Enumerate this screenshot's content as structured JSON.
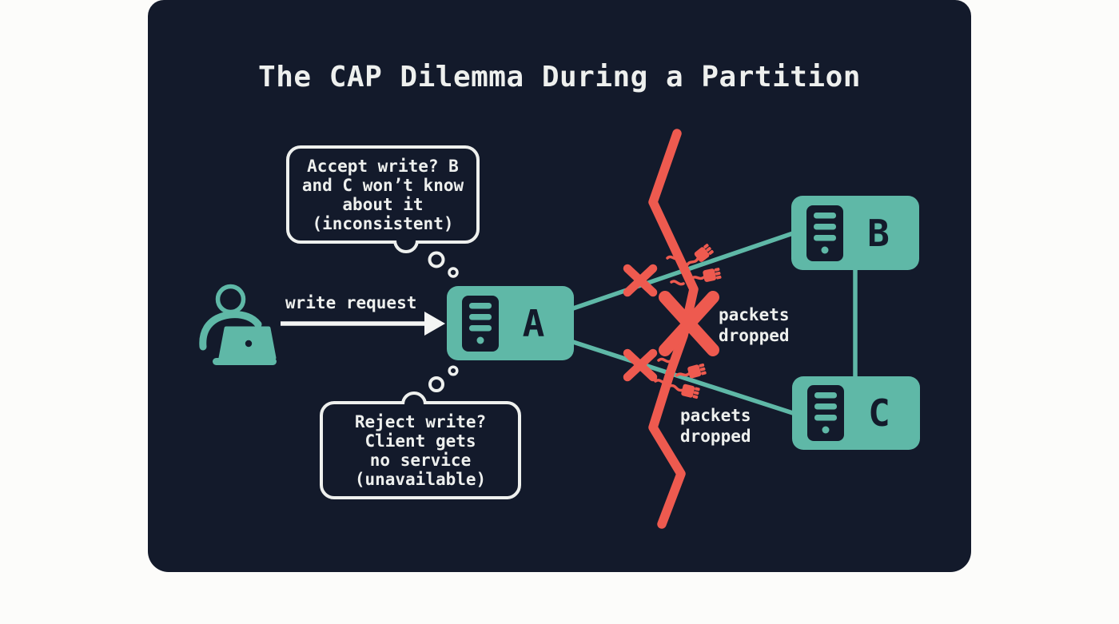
{
  "title": "The CAP Dilemma During a Partition",
  "client": {
    "request_label": "write request"
  },
  "thought_bubbles": {
    "accept": "Accept write? B\nand C won’t know\nabout it\n(inconsistent)",
    "reject": "Reject write?\nClient gets\nno service\n(unavailable)"
  },
  "nodes": {
    "a": "A",
    "b": "B",
    "c": "C"
  },
  "partition_labels": {
    "top": "packets\ndropped",
    "bottom": "packets\ndropped"
  },
  "colors": {
    "page_bg": "#fcfcfa",
    "card_bg": "#131a2b",
    "node_teal": "#5fb8a7",
    "partition_coral": "#ee5a4f",
    "text_light": "#eef0ee"
  }
}
